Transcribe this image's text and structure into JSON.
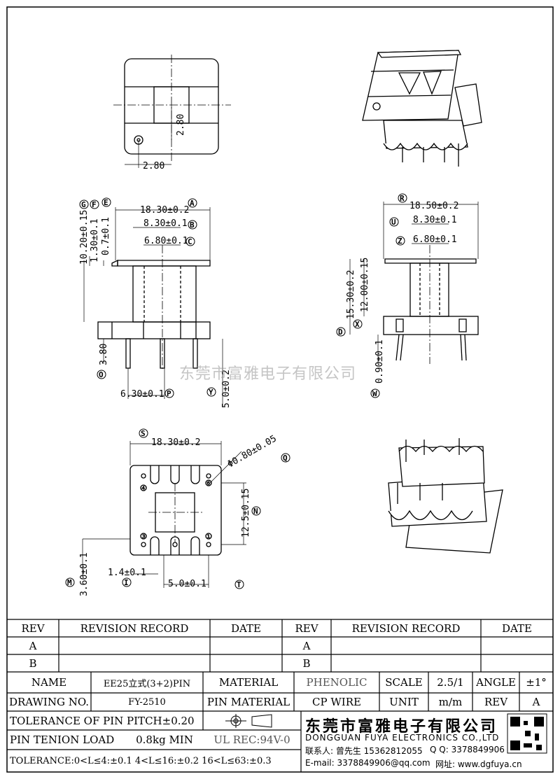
{
  "watermark": "东莞市富雅电子有限公司",
  "top_view": {
    "dim_h": "2.80",
    "dim_v": "2.80"
  },
  "front_view": {
    "dims": {
      "overall": "18.30±0.2",
      "inner1": "8.30±0.1",
      "inner2": "6.80±0.1",
      "height": "10.20±0.15",
      "flange": "1.30±0.1",
      "lip": "0.7±0.1",
      "pin_len": "3.80",
      "pin_pitch": "6.30±0.1",
      "pin_ext": "5.0±0.2"
    },
    "markers": {
      "A": "A",
      "B": "B",
      "C": "C",
      "E": "E",
      "F": "F",
      "G": "G",
      "O": "O",
      "P": "P",
      "Y": "Y"
    }
  },
  "side_view": {
    "dims": {
      "overall": "18.50±0.2",
      "inner1": "8.30±0.1",
      "inner2": "6.80±0.1",
      "height": "15.30±0.2",
      "height2": "12.00±0.15",
      "pin_dia": "0.90±0.1"
    },
    "markers": {
      "R": "R",
      "U": "U",
      "Z": "Z",
      "D": "D",
      "X": "X",
      "W": "W"
    }
  },
  "bottom_view": {
    "dims": {
      "overall": "18.30±0.2",
      "hole_dia": "Φ0.80±0.05",
      "depth": "12.5±0.15",
      "pin_off": "1.4±0.1",
      "pin_pitch": "5.0±0.1",
      "edge": "3.60±0.1"
    },
    "markers": {
      "S": "S",
      "Q": "Q",
      "N": "N",
      "I": "I",
      "T": "T",
      "M": "M"
    },
    "pins": [
      "④",
      "⑥",
      "③",
      "①"
    ]
  },
  "title_block": {
    "rev_header": {
      "rev": "REV",
      "record": "REVISION RECORD",
      "date": "DATE"
    },
    "rev_rows": [
      "A",
      "B"
    ],
    "name_label": "NAME",
    "name_value": "EE25立式(3+2)PIN",
    "material_label": "MATERIAL",
    "material_value": "PHENOLIC",
    "scale_label": "SCALE",
    "scale_value": "2.5/1",
    "angle_label": "ANGLE",
    "angle_value": "±1°",
    "drawing_no_label": "DRAWING NO.",
    "drawing_no_value": "FY-2510",
    "pin_material_label": "PIN MATERIAL",
    "pin_material_value": "CP WIRE",
    "unit_label": "UNIT",
    "unit_value": "m/m",
    "rev_label": "REV",
    "rev_value": "A",
    "pitch_tol": "TOLERANCE OF PIN PITCH±0.20",
    "pin_tension_label": "PIN TENION LOAD",
    "pin_tension_value": "0.8kg MIN",
    "ul_rec": "UL REC:94V-0",
    "tolerance": "TOLERANCE:0<L≤4:±0.1  4<L≤16:±0.2  16<L≤63:±0.3",
    "company_cn": "东莞市富雅电子有限公司",
    "company_en": "DONGGUAN FUYA ELECTRONICS CO.,LTD",
    "contact": "联系人: 曾先生 15362812055",
    "qq": "Q Q: 3378849906",
    "email": "E-mail: 3378849906@qq.com",
    "web": "网址: www.dgfuya.cn"
  }
}
